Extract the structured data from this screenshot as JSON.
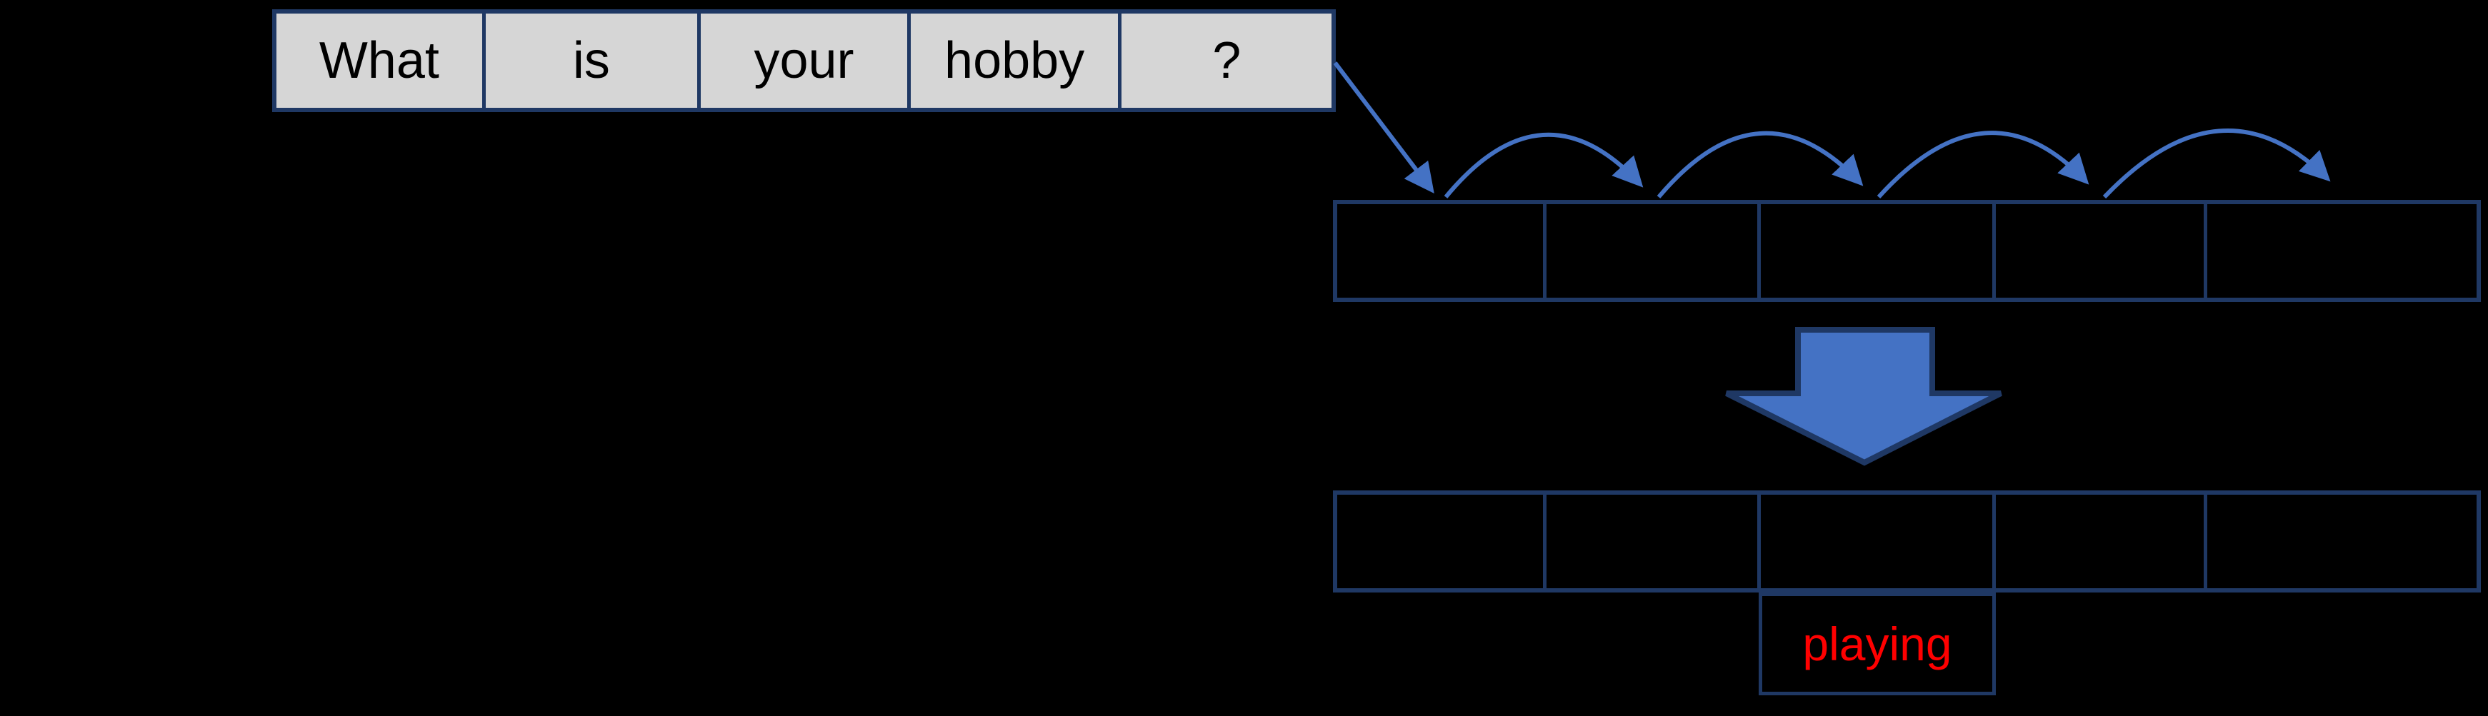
{
  "input_sentence": {
    "words": [
      "What",
      "is",
      "your",
      "hobby",
      "?"
    ]
  },
  "hidden_row": {
    "cell_count": 5
  },
  "output_row": {
    "cell_count": 5
  },
  "prediction": {
    "label": "playing"
  },
  "icons": {
    "connector": "diagonal-arrow",
    "hops": "arc-hop-arrows",
    "transform": "down-block-arrow"
  },
  "colors": {
    "background": "#000000",
    "word_cell_fill": "#d6d6d6",
    "table_border": "#1f3864",
    "arrow_blue": "#4472c4",
    "word_text": "#000000",
    "prediction_text": "#ff0000"
  }
}
